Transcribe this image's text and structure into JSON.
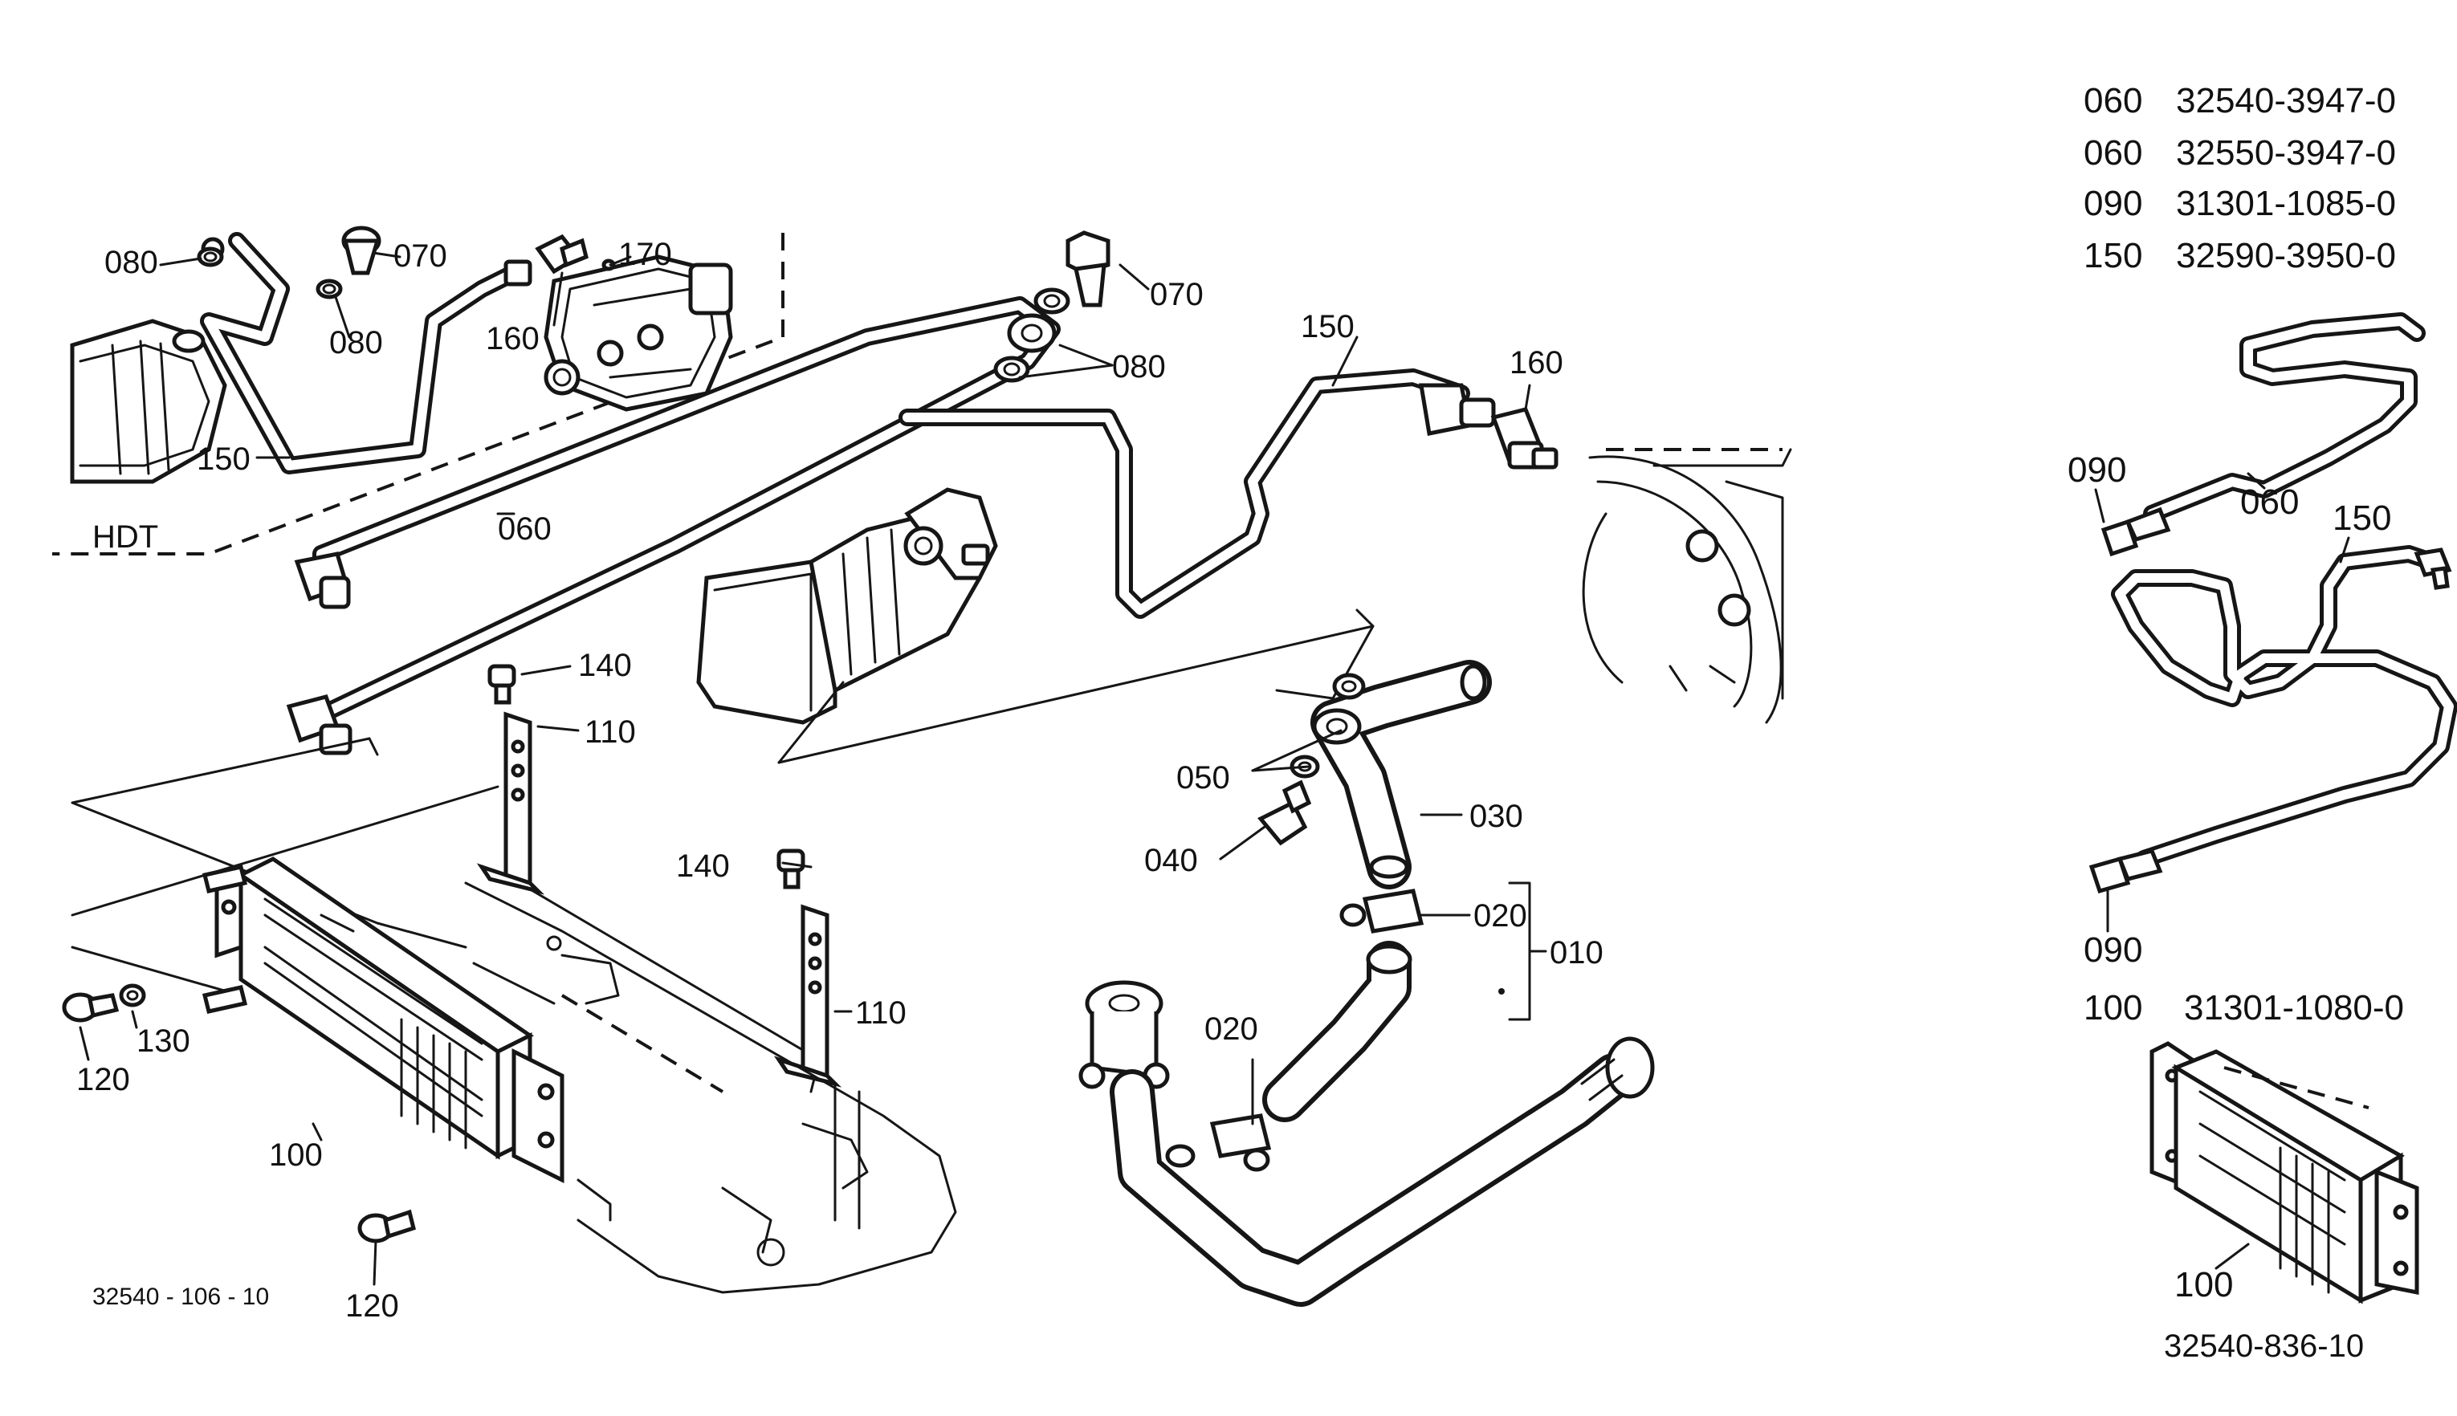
{
  "figure": {
    "id_main": "32540 - 106 - 10",
    "id_inset": "32540-836-10",
    "variant_label": "HDT"
  },
  "callouts": {
    "c080a": "080",
    "c070a": "070",
    "c080b": "080",
    "c170": "170",
    "c160a": "160",
    "c150a": "150",
    "c060": "060",
    "c070b": "070",
    "c080c": "080",
    "c150b": "150",
    "c160b": "160",
    "c140a": "140",
    "c110a": "110",
    "c050": "050",
    "c040": "040",
    "c030": "030",
    "c020a": "020",
    "c010": "010",
    "c140b": "140",
    "c110b": "110",
    "c130": "130",
    "c120a": "120",
    "c100": "100",
    "c120b": "120",
    "c020b": "020"
  },
  "parts_list": [
    {
      "ref": "060",
      "part_no": "32540-3947-0"
    },
    {
      "ref": "060",
      "part_no": "32550-3947-0"
    },
    {
      "ref": "090",
      "part_no": "31301-1085-0"
    },
    {
      "ref": "150",
      "part_no": "32590-3950-0"
    }
  ],
  "inset_callouts": {
    "c090a": "090",
    "c060": "060",
    "c150": "150",
    "c090b": "090",
    "c100": "100"
  },
  "inset_part": {
    "ref": "100",
    "part_no": "31301-1080-0"
  }
}
